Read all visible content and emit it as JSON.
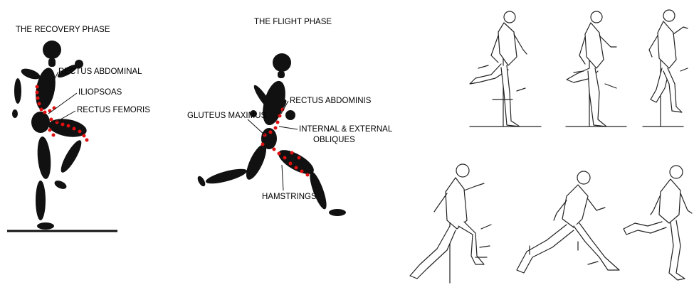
{
  "recovery_phase": {
    "title": "THE RECOVERY PHASE",
    "labels": {
      "rectus_abdominal": "RECTUS ABDOMINAL",
      "iliopsoas": "ILIOPSOAS",
      "rectus_femoris": "RECTUS FEMORIS"
    }
  },
  "flight_phase": {
    "title": "THE FLIGHT PHASE",
    "labels": {
      "rectus_abdominis": "RECTUS ABDOMINIS",
      "gluteus_maximus": "GLUTEUS MAXIMUS",
      "obliques_line1": "INTERNAL & EXTERNAL",
      "obliques_line2": "OBLIQUES",
      "hamstrings": "HAMSTRINGS"
    }
  },
  "colors": {
    "figure": "#111111",
    "muscle_dots": "#e01010",
    "sketch_lines": "#222222"
  }
}
